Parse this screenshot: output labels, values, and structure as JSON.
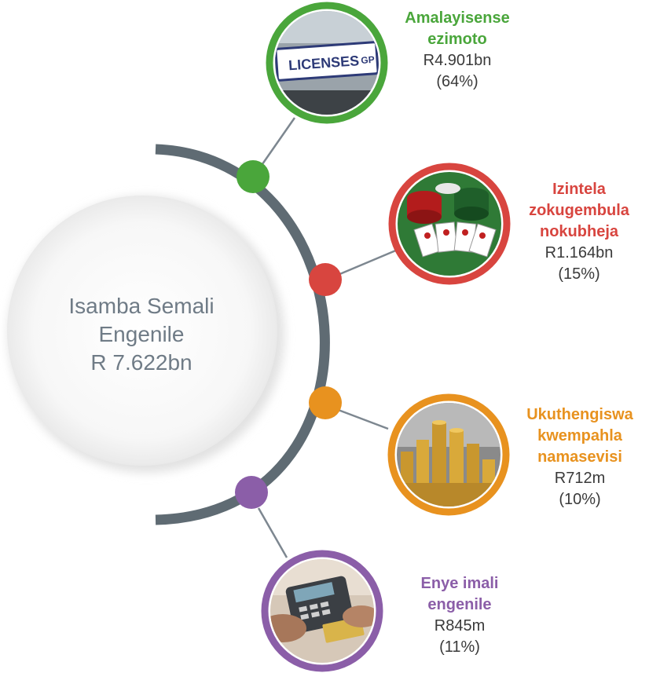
{
  "center": {
    "line1": "Isamba Semali",
    "line2": "Engenile",
    "line3": "R 7.622bn"
  },
  "items": [
    {
      "title_lines": [
        "Amalayisense",
        "ezimoto"
      ],
      "amount": "R4.901bn",
      "percent": "(64%)",
      "color": "#4aa63b",
      "icon": "license-plate-image",
      "plate_text": "LICENSES",
      "plate_suffix": "GP"
    },
    {
      "title_lines": [
        "Izintela",
        "zokugembula",
        "nokubheja"
      ],
      "amount": "R1.164bn",
      "percent": "(15%)",
      "color": "#d8453f",
      "icon": "casino-chips-cards-image"
    },
    {
      "title_lines": [
        "Ukuthengiswa",
        "kwempahla",
        "namasevisi"
      ],
      "amount": "R712m",
      "percent": "(10%)",
      "color": "#e8921f",
      "icon": "coin-stacks-image"
    },
    {
      "title_lines": [
        "Enye imali",
        "engenile"
      ],
      "amount": "R845m",
      "percent": "(11%)",
      "color": "#8b5ea8",
      "icon": "card-payment-terminal-image"
    }
  ]
}
